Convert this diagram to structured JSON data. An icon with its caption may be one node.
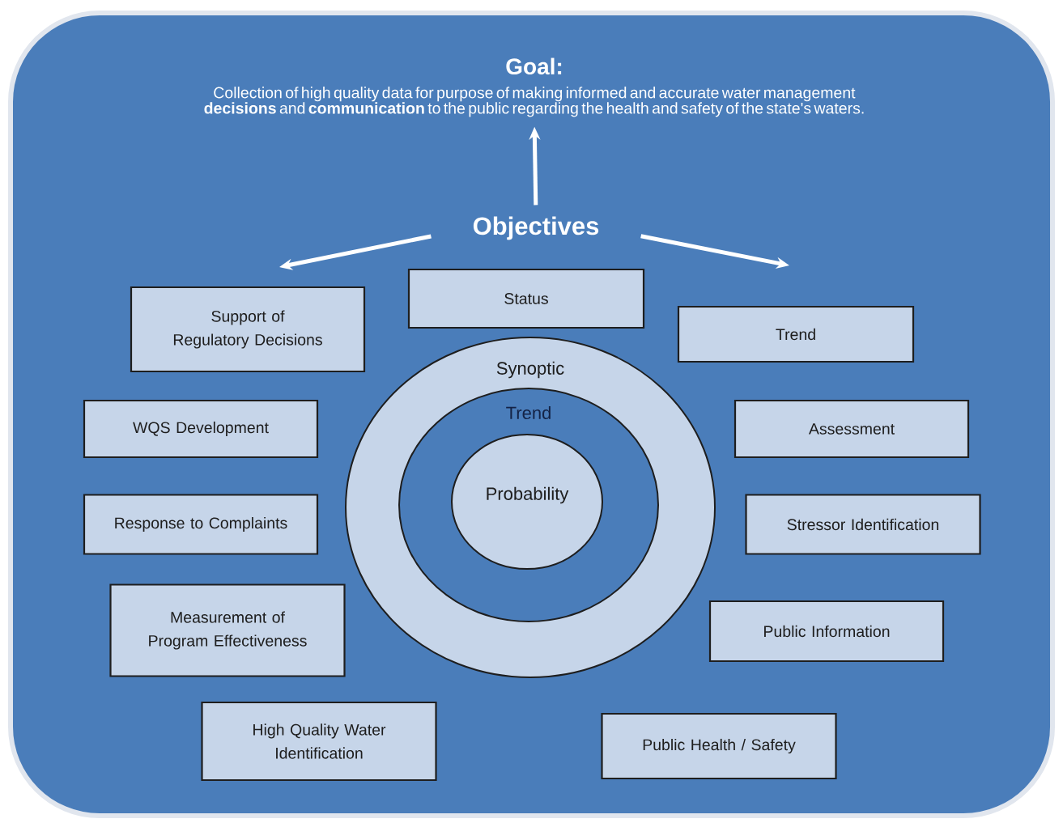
{
  "diagram": {
    "nodes": [
      {
        "text": [
          "Goal:",
          "Collection of high quality data for purpose of making informed and accurate water management **decisions** and **communication** to the public regarding the health and safety of the state's waters."
        ]
      },
      {
        "text": [
          "Objectives"
        ]
      },
      {
        "text": [
          "Status"
        ]
      },
      {
        "text": [
          "Support of Regulatory Decisions"
        ]
      },
      {
        "text": [
          "Trend"
        ]
      },
      {
        "text": [
          "Synoptic"
        ]
      },
      {
        "text": [
          "Trend"
        ],
        "in": 5
      },
      {
        "text": [
          "Probability"
        ],
        "in": 6
      },
      {
        "text": [
          "WQS Development"
        ]
      },
      {
        "text": [
          "Assessment"
        ]
      },
      {
        "text": [
          "Response to Complaints"
        ]
      },
      {
        "text": [
          "Stressor Identification"
        ]
      },
      {
        "text": [
          "Measurement of Program Effectiveness"
        ]
      },
      {
        "text": [
          "Public Information"
        ]
      },
      {
        "text": [
          "High Quality Water Identification"
        ]
      },
      {
        "text": [
          "Public Health / Safety"
        ]
      }
    ],
    "edges": [
      {
        "from": 1,
        "to": 0,
        "arrow": "to"
      },
      {
        "from": 1,
        "to": null,
        "arrow": "to"
      },
      {
        "from": 1,
        "to": null,
        "arrow": "to"
      }
    ]
  }
}
